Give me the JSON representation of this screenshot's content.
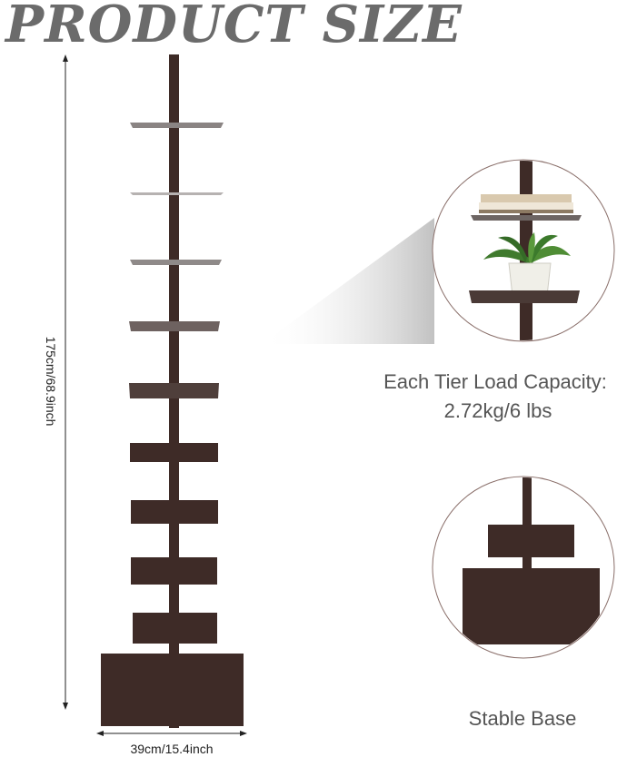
{
  "title": "PRODUCT SIZE",
  "dimensions": {
    "height": "175cm/68.9inch",
    "width": "39cm/15.4inch"
  },
  "load_capacity": {
    "line1": "Each Tier Load Capacity:",
    "line2": "2.72kg/6 lbs"
  },
  "base_caption": "Stable Base",
  "colors": {
    "shelf": "#3e2b27",
    "title": "#6b6b6b",
    "caption": "#555555"
  }
}
